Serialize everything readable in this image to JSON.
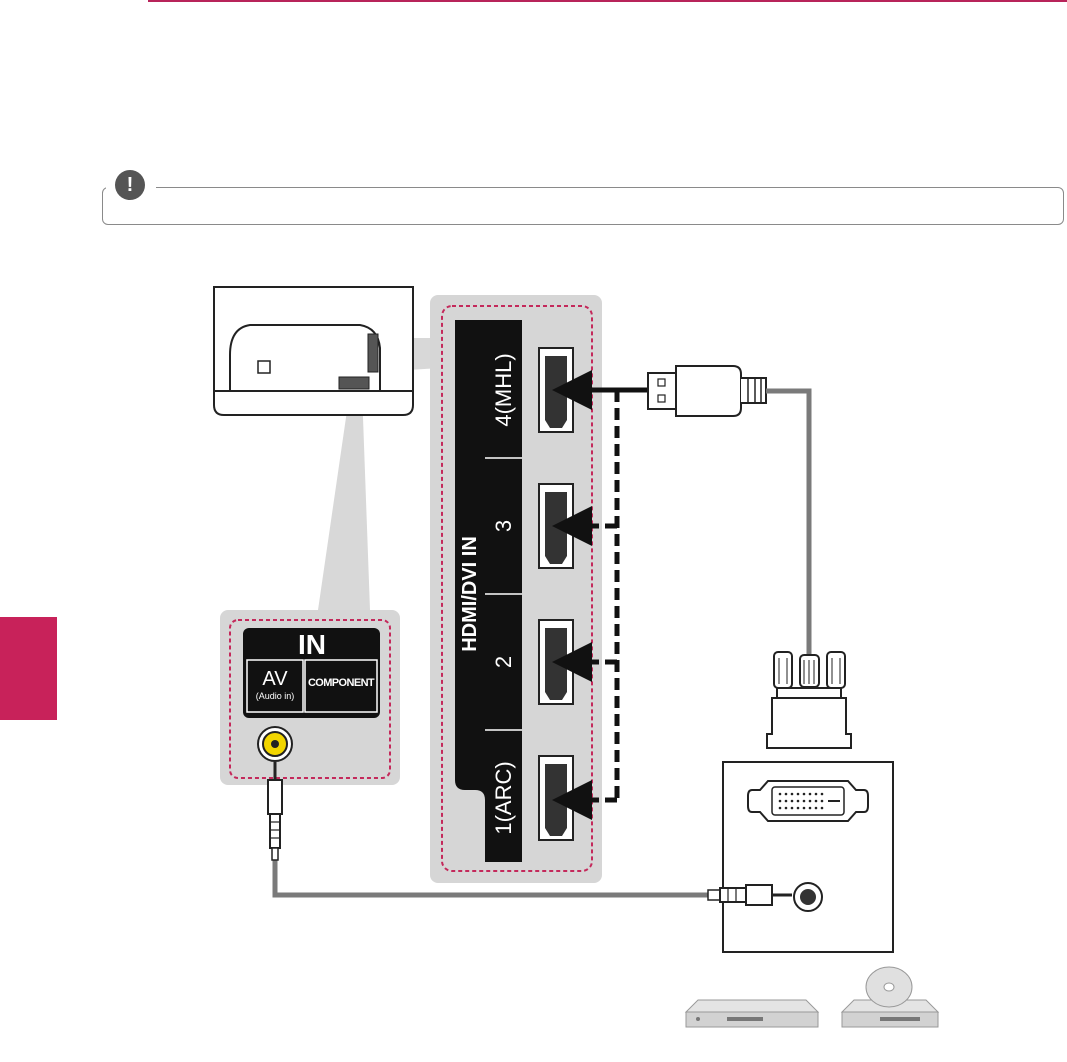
{
  "note": {
    "icon_symbol": "!",
    "icon_name": "exclamation-icon",
    "text": ""
  },
  "tv_panel": {
    "in_label": "IN",
    "av_label": "AV",
    "av_sublabel": "(Audio in)",
    "component_label": "COMPONENT",
    "hdmi_title": "HDMI/DVI IN",
    "hdmi_ports": [
      "4(MHL)",
      "3",
      "2",
      "1(ARC)"
    ]
  },
  "colors": {
    "accent": "#c8225a",
    "panel_bg": "#d6d6d6",
    "dashed_outline": "#c4295b",
    "av_jack": "#f2d600",
    "cable": "#7a7a7a"
  },
  "devices": [
    "dvd-player-icon",
    "pc-icon"
  ]
}
